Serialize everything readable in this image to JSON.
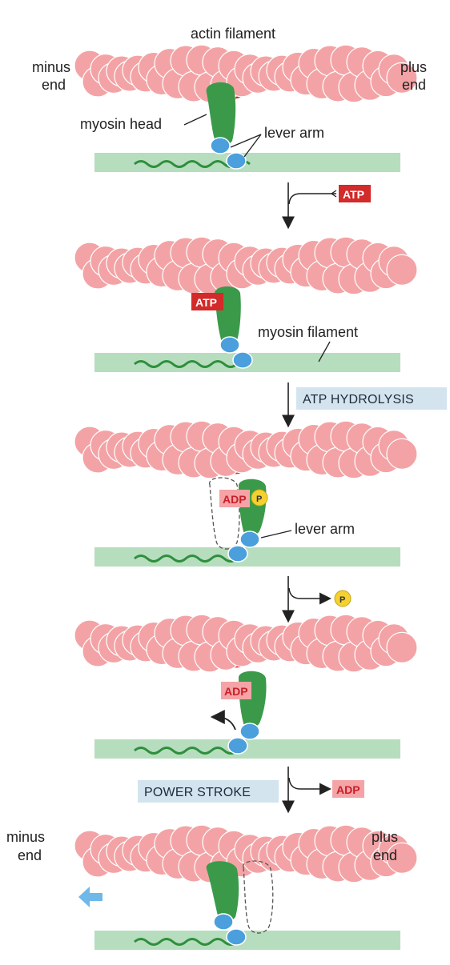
{
  "labels": {
    "actin_filament": "actin filament",
    "minus_end": [
      "minus",
      "end"
    ],
    "plus_end": [
      "plus",
      "end"
    ],
    "myosin_head": "myosin head",
    "lever_arm": "lever arm",
    "myosin_filament": "myosin filament",
    "minus_end_bottom": [
      "minus",
      "end"
    ],
    "plus_end_bottom": [
      "plus",
      "end"
    ]
  },
  "tags": {
    "atp": "ATP",
    "adp": "ADP",
    "p": "P"
  },
  "steps": {
    "atp_hydrolysis": "ATP HYDROLYSIS",
    "power_stroke": "POWER STROKE"
  },
  "colors": {
    "actin": "#f3a3a6",
    "actin_stroke": "#ffffff",
    "actin_dark": "#d8282c",
    "myosin_head": "#3a9a4a",
    "lever_arm": "#4a9fdc",
    "filament_bar": "#b7ddbf",
    "filament_wave": "#2f8f3c",
    "atp_tag": "#d32a2a",
    "adp_tag": "#f4a3a6",
    "p_tag": "#f5d130",
    "step_box": "#d3e4ef",
    "arrow_blue": "#6fb8e8"
  }
}
